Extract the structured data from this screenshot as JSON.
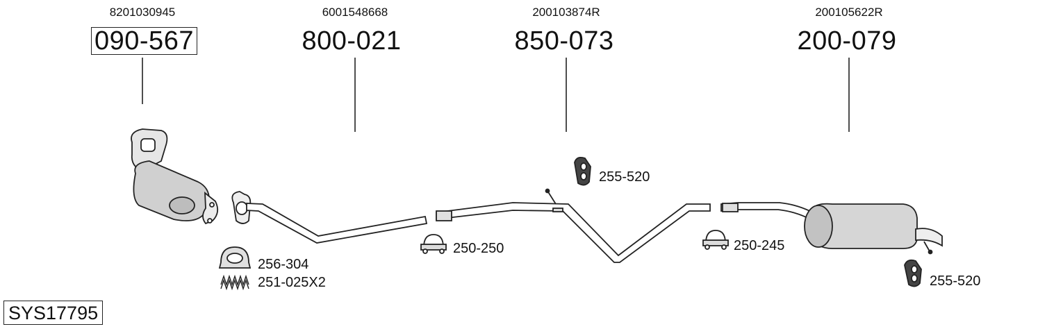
{
  "parts": [
    {
      "oem": "8201030945",
      "number": "090-567"
    },
    {
      "oem": "6001548668",
      "number": "800-021"
    },
    {
      "oem": "200103874R",
      "number": "850-073"
    },
    {
      "oem": "200105622R",
      "number": "200-079"
    }
  ],
  "accessories": {
    "hanger_top": "255-520",
    "gasket": "256-304",
    "springs": "251-025X2",
    "clamp_left": "250-250",
    "clamp_right": "250-245",
    "hanger_bottom": "255-520"
  },
  "system_id": "SYS17795"
}
